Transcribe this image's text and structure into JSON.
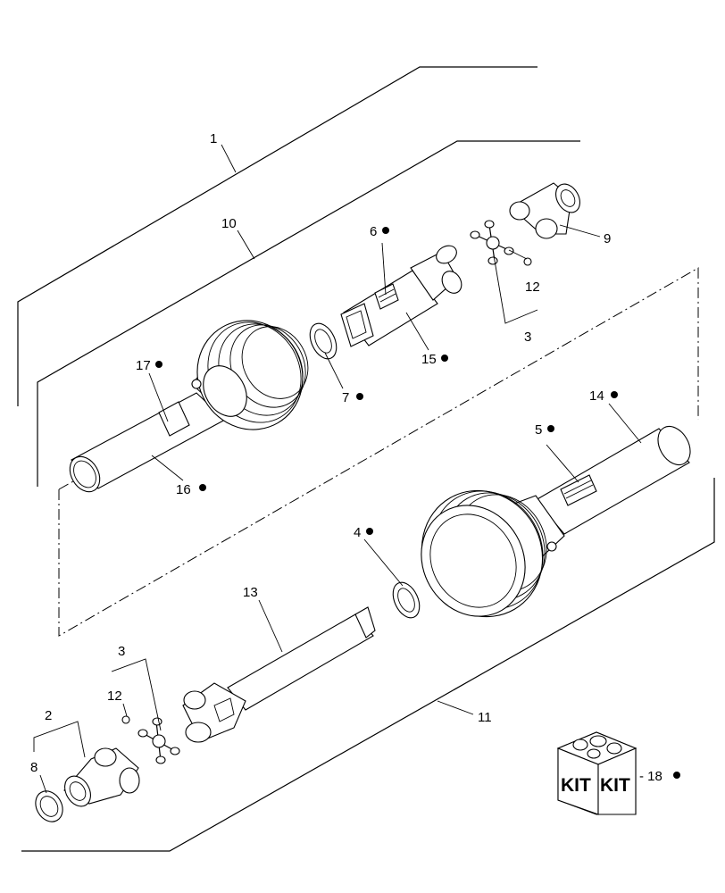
{
  "labels": {
    "p1": "1",
    "p2": "2",
    "p3a": "3",
    "p3b": "3",
    "p4": "4",
    "p5": "5",
    "p6": "6",
    "p7": "7",
    "p8": "8",
    "p9": "9",
    "p10": "10",
    "p11": "11",
    "p12a": "12",
    "p12b": "12",
    "p13": "13",
    "p14": "14",
    "p15": "15",
    "p16": "16",
    "p17": "17",
    "p18": "- 18"
  },
  "kit": {
    "word1": "KIT",
    "word2": "KIT"
  },
  "icons": {
    "bullet": "filled-circle",
    "kit": "kit-box-icon"
  }
}
